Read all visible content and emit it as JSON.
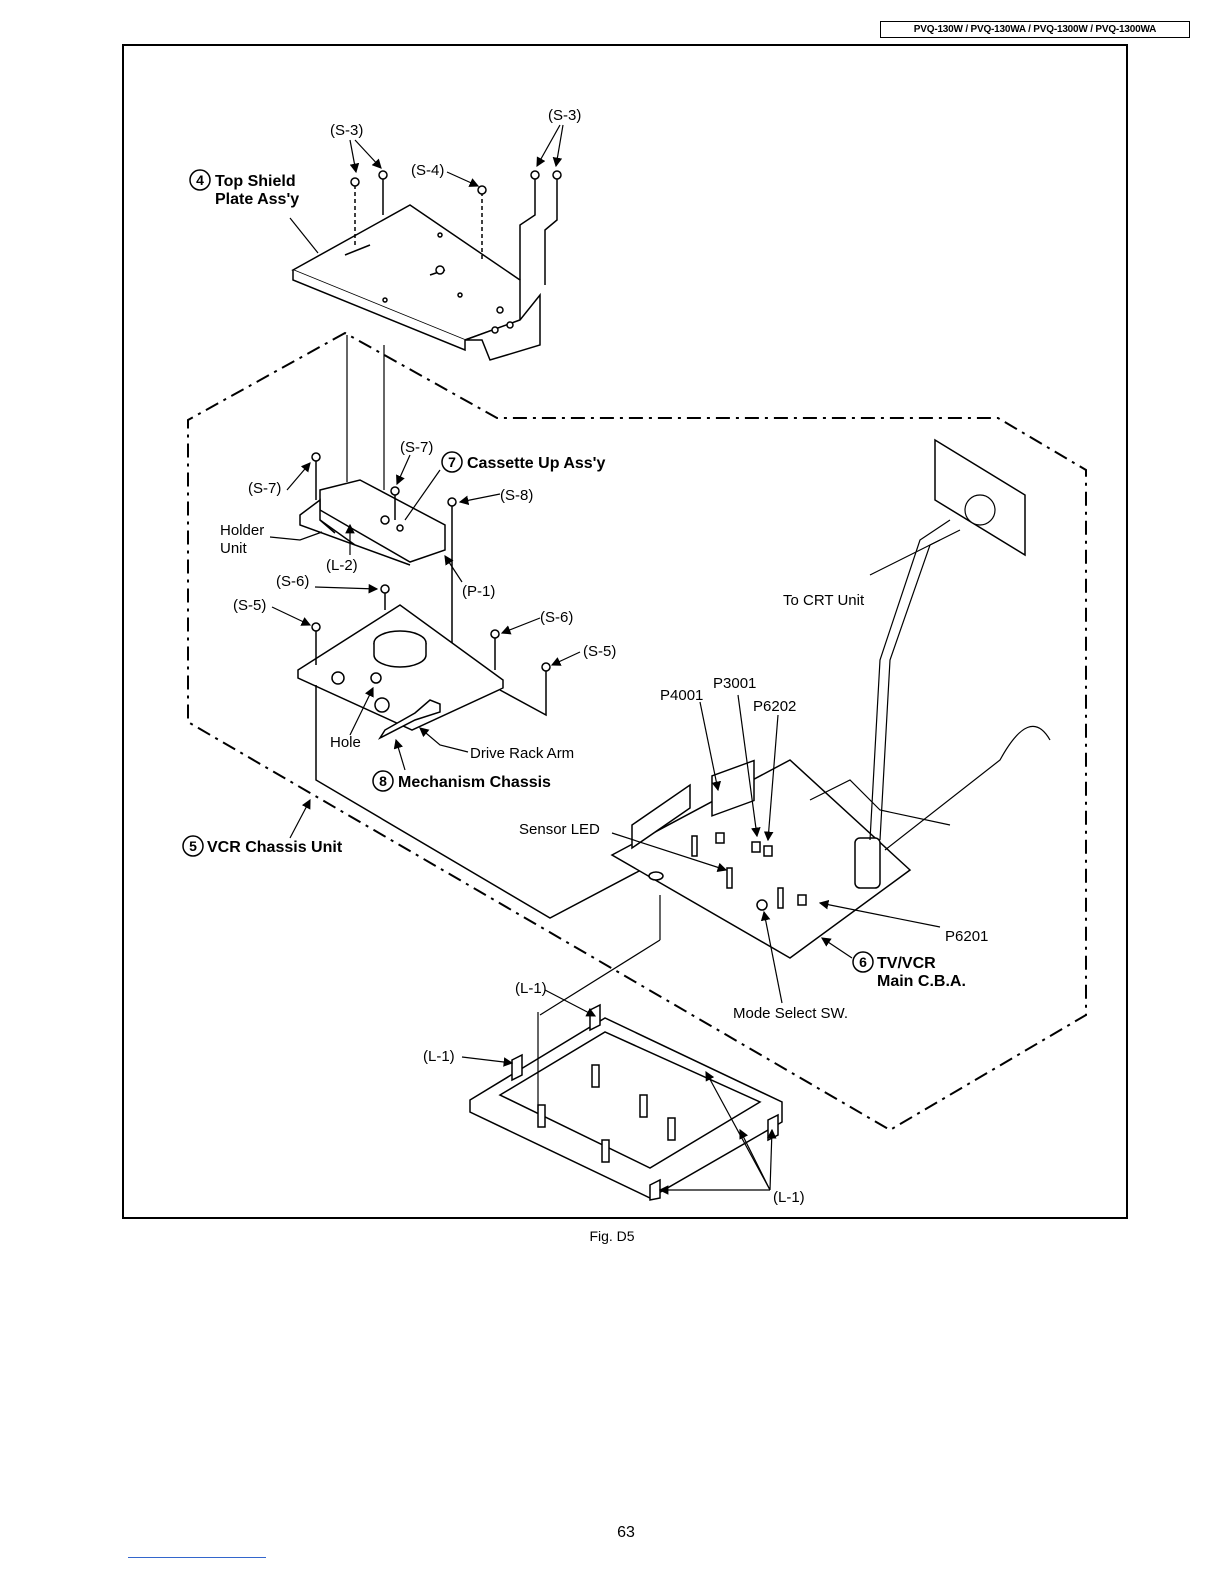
{
  "header": {
    "model_numbers": "PVQ-130W / PVQ-130WA / PVQ-1300W / PVQ-1300WA"
  },
  "figure": {
    "caption": "Fig. D5",
    "labels": {
      "s3_left": "(S-3)",
      "s3_right": "(S-3)",
      "s4": "(S-4)",
      "s7_top": "(S-7)",
      "s7_left": "(S-7)",
      "s8": "(S-8)",
      "s6_left": "(S-6)",
      "s6_right": "(S-6)",
      "s5_left": "(S-5)",
      "s5_right": "(S-5)",
      "l2": "(L-2)",
      "p1": "(P-1)",
      "holder_unit_1": "Holder",
      "holder_unit_2": "Unit",
      "hole": "Hole",
      "drive_rack_arm": "Drive Rack Arm",
      "to_crt_unit": "To CRT Unit",
      "p4001": "P4001",
      "p3001": "P3001",
      "p6202": "P6202",
      "p6201": "P6201",
      "sensor_led": "Sensor LED",
      "mode_select_sw": "Mode Select SW.",
      "l1_top": "(L-1)",
      "l1_left": "(L-1)",
      "l1_bottom": "(L-1)"
    },
    "parts": [
      {
        "num": "4",
        "name_1": "Top Shield",
        "name_2": "Plate Ass'y"
      },
      {
        "num": "5",
        "name_1": "VCR Chassis Unit"
      },
      {
        "num": "6",
        "name_1": "TV/VCR",
        "name_2": "Main C.B.A."
      },
      {
        "num": "7",
        "name_1": "Cassette Up Ass'y"
      },
      {
        "num": "8",
        "name_1": "Mechanism Chassis"
      }
    ]
  },
  "page": {
    "number": "63"
  }
}
